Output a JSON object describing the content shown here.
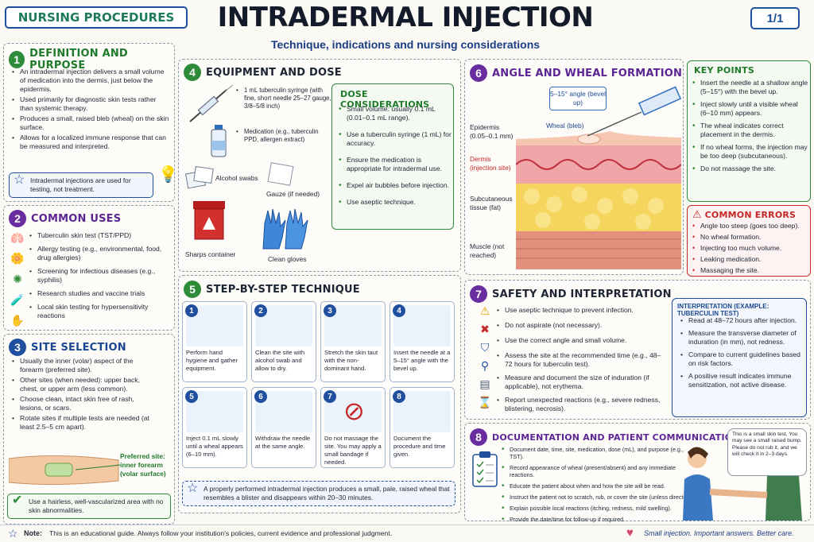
{
  "header": {
    "badge": "NURSING PROCEDURES",
    "title": "INTRADERMAL INJECTION",
    "subtitle": "Technique, indications and nursing considerations",
    "page": "1/1"
  },
  "s1": {
    "num": "1",
    "title": "DEFINITION AND PURPOSE",
    "items": [
      "An intradermal injection delivers a small volume of medication into the dermis, just below the epidermis.",
      "Used primarily for diagnostic skin tests rather than systemic therapy.",
      "Produces a small, raised bleb (wheal) on the skin surface.",
      "Allows for a localized immune response that can be measured and interpreted."
    ],
    "note": "Intradermal injections are used for testing, not treatment."
  },
  "s2": {
    "num": "2",
    "title": "COMMON USES",
    "items": [
      "Tuberculin skin test (TST/PPD)",
      "Allergy testing (e.g., environmental, food, drug allergies)",
      "Screening for infectious diseases (e.g., syphilis)",
      "Research studies and vaccine trials",
      "Local skin testing for hypersensitivity reactions"
    ]
  },
  "s3": {
    "num": "3",
    "title": "SITE SELECTION",
    "items": [
      "Usually the inner (volar) aspect of the forearm (preferred site).",
      "Other sites (when needed): upper back, chest, or upper arm (less common).",
      "Choose clean, intact skin free of rash, lesions, or scars.",
      "Rotate sites if multiple tests are needed (at least 2.5–5 cm apart)."
    ],
    "preferred": "Preferred site: inner forearm (volar surface)",
    "note": "Use a hairless, well-vascularized area with no skin abnormalities."
  },
  "s4": {
    "num": "4",
    "title": "EQUIPMENT AND DOSE",
    "syringe": "1 mL tuberculin syringe (with fine, short needle 25–27 gauge, 3/8–5/8 inch)",
    "medication": "Medication (e.g., tuberculin PPD, allergen extract)",
    "swabs": "Alcohol swabs",
    "gauze": "Gauze (if needed)",
    "sharps": "Sharps container",
    "gloves": "Clean gloves",
    "dose_title": "DOSE CONSIDERATIONS",
    "dose_items": [
      "Small volume: usually 0.1 mL (0.01–0.1 mL range).",
      "Use a tuberculin syringe (1 mL) for accuracy.",
      "Ensure the medication is appropriate for intradermal use.",
      "Expel air bubbles before injection.",
      "Use aseptic technique."
    ]
  },
  "s5": {
    "num": "5",
    "title": "STEP-BY-STEP TECHNIQUE",
    "steps": [
      {
        "n": "1",
        "text": "Perform hand hygiene and gather equipment."
      },
      {
        "n": "2",
        "text": "Clean the site with alcohol swab and allow to dry."
      },
      {
        "n": "3",
        "text": "Stretch the skin taut with the non-dominant hand."
      },
      {
        "n": "4",
        "text": "Insert the needle at a 5–15° angle with the bevel up."
      },
      {
        "n": "5",
        "text": "Inject 0.1 mL slowly until a wheal appears (6–10 mm)."
      },
      {
        "n": "6",
        "text": "Withdraw the needle at the same angle."
      },
      {
        "n": "7",
        "text": "Do not massage the site. You may apply a small bandage if needed."
      },
      {
        "n": "8",
        "text": "Document the procedure and time given."
      }
    ],
    "note": "A properly performed intradermal injection produces a small, pale, raised wheal that resembles a blister and disappears within 20–30 minutes."
  },
  "s6": {
    "num": "6",
    "title": "ANGLE AND WHEAL FORMATION",
    "angle": "5–15° angle (bevel up)",
    "wheal": "Wheal (bleb)",
    "epidermis": "Epidermis (0.05–0.1 mm)",
    "dermis": "Dermis (injection site)",
    "subq": "Subcutaneous tissue (fat)",
    "muscle": "Muscle (not reached)"
  },
  "keypoints": {
    "title": "KEY POINTS",
    "items": [
      "Insert the needle at a shallow angle (5–15°) with the bevel up.",
      "Inject slowly until a visible wheal (6–10 mm) appears.",
      "The wheal indicates correct placement in the dermis.",
      "If no wheal forms, the injection may be too deep (subcutaneous).",
      "Do not massage the site."
    ]
  },
  "errors": {
    "title": "COMMON ERRORS",
    "items": [
      "Angle too steep (goes too deep).",
      "No wheal formation.",
      "Injecting too much volume.",
      "Leaking medication.",
      "Massaging the site."
    ]
  },
  "s7": {
    "num": "7",
    "title": "SAFETY AND INTERPRETATION",
    "items": [
      "Use aseptic technique to prevent infection.",
      "Do not aspirate (not necessary).",
      "Use the correct angle and small volume.",
      "Assess the site at the recommended time (e.g., 48–72 hours for tuberculin test).",
      "Measure and document the size of induration (if applicable), not erythema.",
      "Report unexpected reactions (e.g., severe redness, blistering, necrosis)."
    ],
    "interp_title": "INTERPRETATION (EXAMPLE: TUBERCULIN TEST)",
    "interp_items": [
      "Read at 48–72 hours after injection.",
      "Measure the transverse diameter of induration (in mm), not redness.",
      "Compare to current guidelines based on risk factors.",
      "A positive result indicates immune sensitization, not active disease."
    ]
  },
  "s8": {
    "num": "8",
    "title": "DOCUMENTATION AND PATIENT COMMUNICATION",
    "items": [
      "Document date, time, site, medication, dose (mL), and purpose (e.g., TST).",
      "Record appearance of wheal (present/absent) and any immediate reactions.",
      "Educate the patient about when and how the site will be read.",
      "Instruct the patient not to scratch, rub, or cover the site (unless directed).",
      "Explain possible local reactions (itching, redness, mild swelling).",
      "Provide the date/time for follow-up if required."
    ],
    "speech": "This is a small skin test. You may see a small raised bump. Please do not rub it, and we will check it in 2–3 days."
  },
  "footer": {
    "note_label": "Note:",
    "note": "This is an educational guide. Always follow your institution's policies, current evidence and professional judgment.",
    "tagline": "Small injection. Important answers. Better care."
  },
  "colors": {
    "green": "#2e8b3a",
    "purple": "#6a2d9f",
    "blue": "#1f4f9e",
    "red": "#c62828"
  }
}
